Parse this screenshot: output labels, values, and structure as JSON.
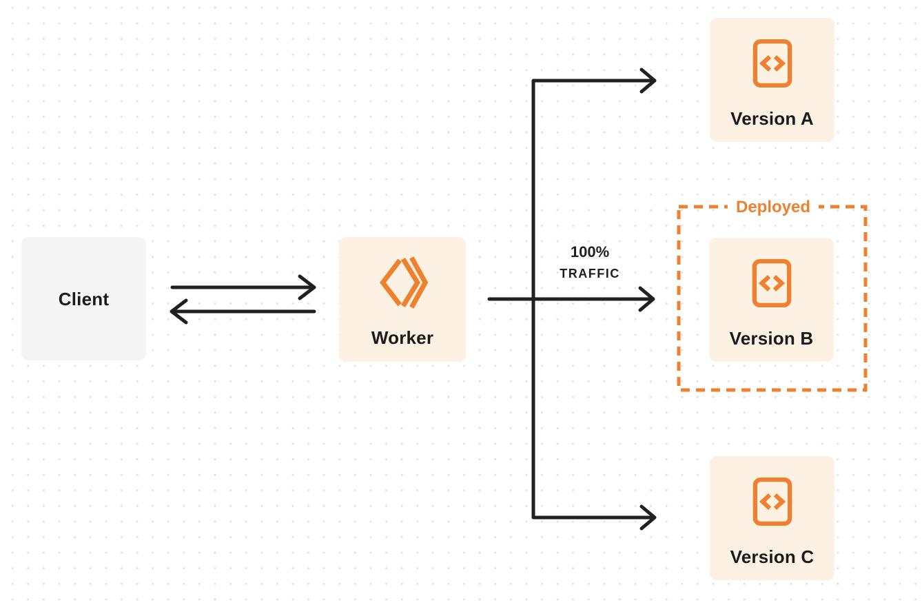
{
  "diagram_title": "worker-traffic-routing",
  "nodes": {
    "client": {
      "label": "Client"
    },
    "worker": {
      "label": "Worker"
    },
    "version_a": {
      "label": "Version A"
    },
    "version_b": {
      "label": "Version B"
    },
    "version_c": {
      "label": "Version C"
    }
  },
  "annotations": {
    "traffic_percent": "100%",
    "traffic_word": "TRAFFIC",
    "deployed": "Deployed"
  },
  "icons": {
    "worker": "workers-logo-icon",
    "version": "code-file-icon"
  },
  "edges": [
    {
      "from": "client",
      "to": "worker",
      "direction": "right"
    },
    {
      "from": "worker",
      "to": "client",
      "direction": "left"
    },
    {
      "from": "worker",
      "to": "version_a"
    },
    {
      "from": "worker",
      "to": "version_b",
      "label": "100% TRAFFIC"
    },
    {
      "from": "worker",
      "to": "version_c"
    }
  ],
  "colors": {
    "orange": "#EE8130",
    "ink": "#202020",
    "label_ink": "#1B1B1B",
    "client_fill": "#F5F5F6",
    "cream": "#FCF1E2",
    "dot": "#E2E2E2",
    "bg": "#FFFFFF"
  }
}
